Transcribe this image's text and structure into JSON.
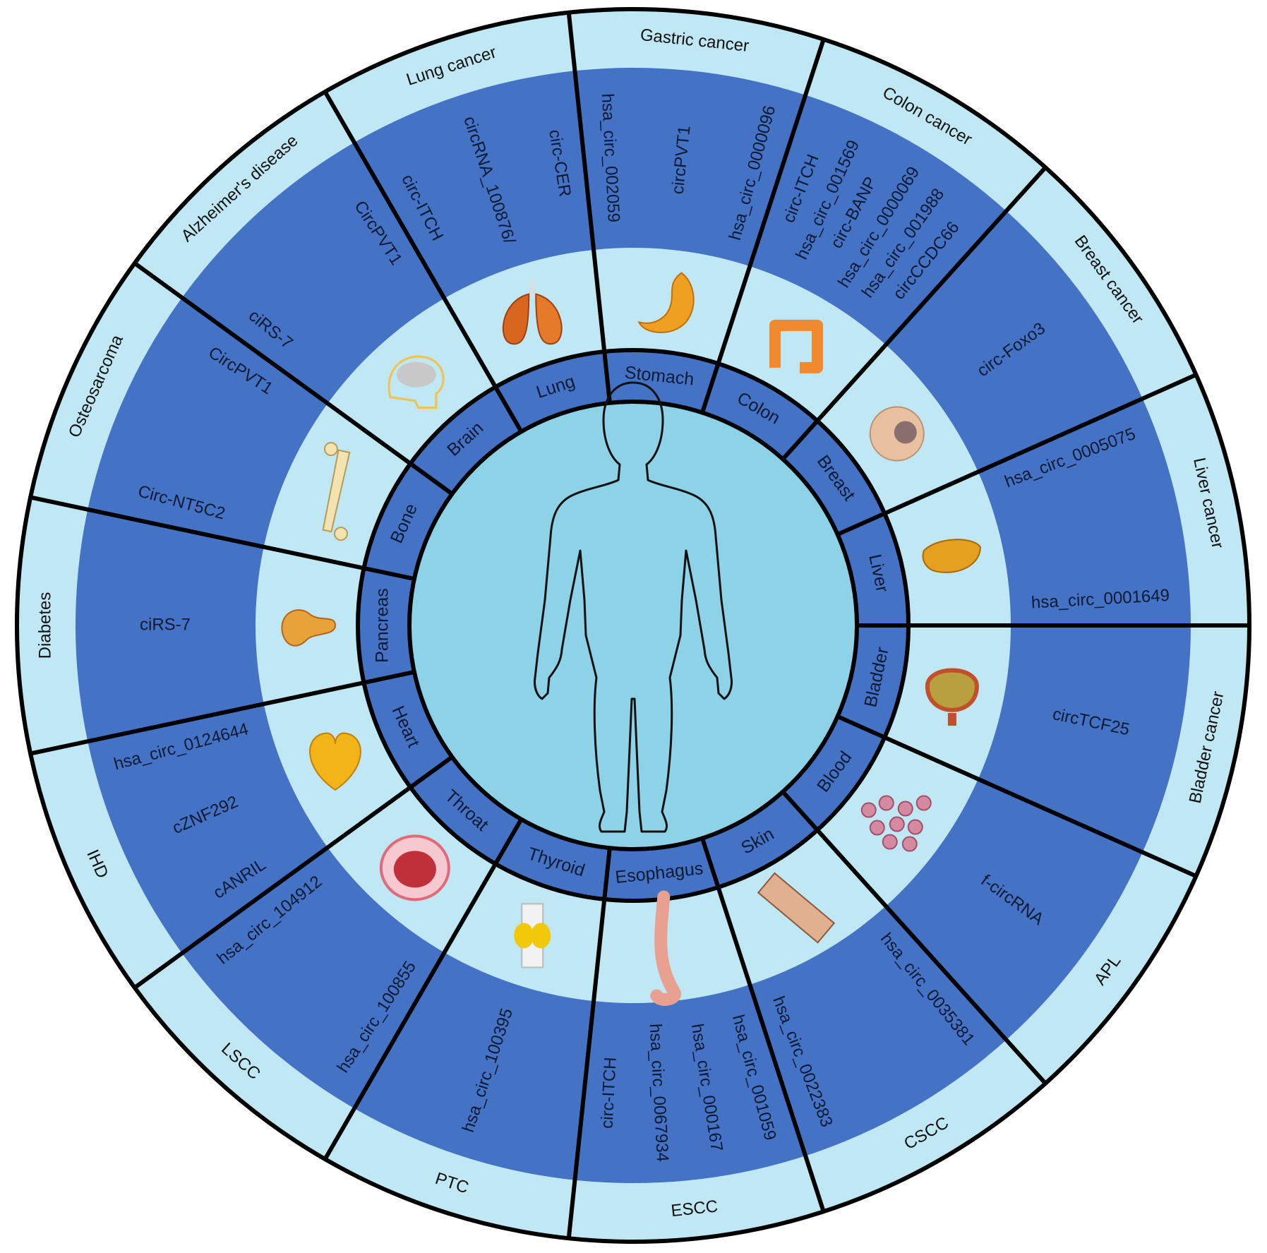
{
  "sectors": [
    {
      "organ": "Pancreas",
      "disease": "Diabetes",
      "organ_icon": "pancreas-icon",
      "circrnas": [
        "ciRS-7"
      ]
    },
    {
      "organ": "Bone",
      "disease": "Osteosarcoma",
      "organ_icon": "bone-icon",
      "circrnas": [
        "Circ-NT5C2",
        "CircPVT1"
      ]
    },
    {
      "organ": "Brain",
      "disease": "Alzheimer's disease",
      "organ_icon": "brain-icon",
      "circrnas": [
        "ciRS-7",
        "CircPVT1"
      ]
    },
    {
      "organ": "Lung",
      "disease": "Lung cancer",
      "organ_icon": "lungs-icon",
      "circrnas": [
        "circ-ITCH",
        "circRNA_100876/",
        "circ-CER"
      ]
    },
    {
      "organ": "Stomach",
      "disease": "Gastric cancer",
      "organ_icon": "stomach-icon",
      "circrnas": [
        "hsa_circ_002059",
        "circPVT1",
        "hsa_circ_0000096"
      ]
    },
    {
      "organ": "Colon",
      "disease": "Colon cancer",
      "organ_icon": "colon-icon",
      "circrnas": [
        "circ-ITCH",
        "hsa_circ_001569",
        "circ-BANP",
        "hsa_circ_0000069",
        "hsa_circ_001988",
        "circCCDC66"
      ]
    },
    {
      "organ": "Breast",
      "disease": "Breast cancer",
      "organ_icon": "breast-icon",
      "circrnas": [
        "circ-Foxo3"
      ]
    },
    {
      "organ": "Liver",
      "disease": "Liver cancer",
      "organ_icon": "liver-icon",
      "circrnas": [
        "hsa_circ_0005075",
        "hsa_circ_0001649"
      ]
    },
    {
      "organ": "Bladder",
      "disease": "Bladder cancer",
      "organ_icon": "bladder-icon",
      "circrnas": [
        "circTCF25"
      ]
    },
    {
      "organ": "Blood",
      "disease": "APL",
      "organ_icon": "blood-cells-icon",
      "circrnas": [
        "f-circRNA"
      ]
    },
    {
      "organ": "Skin",
      "disease": "CSCC",
      "organ_icon": "skin-icon",
      "circrnas": [
        "hsa_circ_0035381",
        "hsa_circ_0022383"
      ]
    },
    {
      "organ": "Esophagus",
      "disease": "ESCC",
      "organ_icon": "esophagus-icon",
      "circrnas": [
        "hsa_circ_001059",
        "hsa_circ_000167",
        "hsa_circ_0067934",
        "circ-ITCH"
      ]
    },
    {
      "organ": "Thyroid",
      "disease": "PTC",
      "organ_icon": "thyroid-icon",
      "circrnas": [
        "hsa_circ_100395"
      ]
    },
    {
      "organ": "Throat",
      "disease": "LSCC",
      "organ_icon": "throat-icon",
      "circrnas": [
        "hsa_circ_100855",
        "hsa_circ_104912"
      ]
    },
    {
      "organ": "Heart",
      "disease": "IHD",
      "organ_icon": "heart-icon",
      "circrnas": [
        "cANRIL",
        "cZNF292",
        "hsa_circ_0124644"
      ]
    }
  ],
  "center_icon": "human-body-silhouette-icon",
  "colors": {
    "outer_ring": "#bfe7f4",
    "circrna_ring": "#4472c4",
    "organ_image_ring": "#bfe7f4",
    "organ_name_ring": "#4472c4",
    "center": "#8dd2e6"
  }
}
